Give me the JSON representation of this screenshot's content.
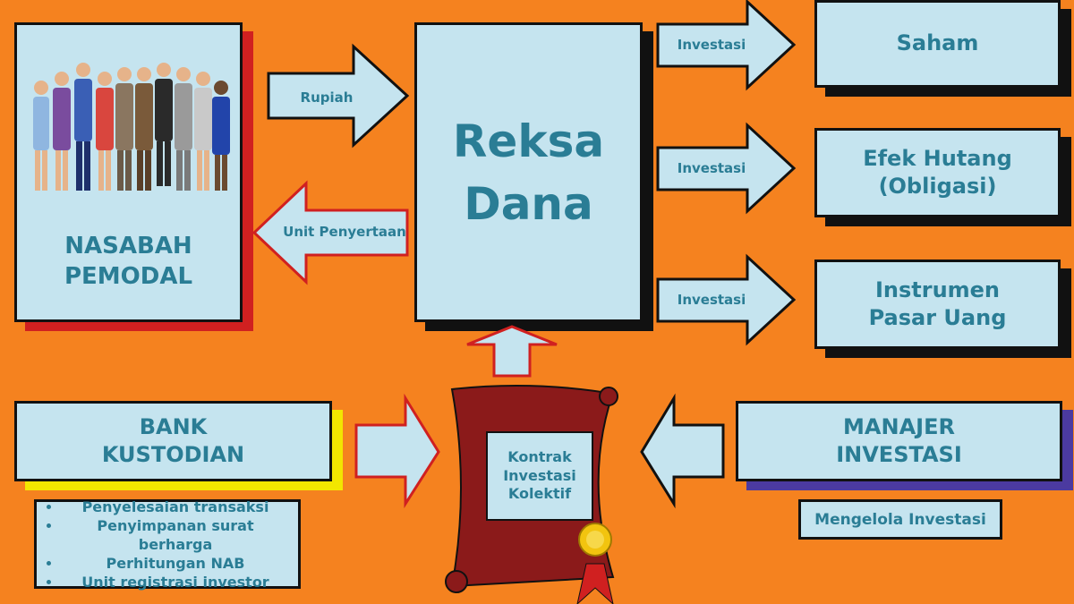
{
  "investor_box": {
    "label": "NASABAH\nPEMODAL"
  },
  "fund_box": {
    "label": "Reksa\nDana"
  },
  "targets": [
    {
      "label": "Saham"
    },
    {
      "label": "Efek Hutang\n(Obligasi)"
    },
    {
      "label": "Instrumen\nPasar Uang"
    }
  ],
  "arrows": {
    "rupiah": "Rupiah",
    "unit": "Unit Penyertaan",
    "investasi": "Investasi"
  },
  "custodian": {
    "label": "BANK\nKUSTODIAN",
    "tasks": [
      "Penyelesaian transaksi",
      "Penyimpanan surat berharga",
      "Perhitungan NAB",
      "Unit registrasi investor"
    ]
  },
  "manager": {
    "label": "MANAJER\nINVESTASI",
    "task": "Mengelola Investasi"
  },
  "contract": {
    "label": "Kontrak\nInvestasi\nKolektif"
  },
  "colors": {
    "background": "#f5821f",
    "box": "#c5e4ef",
    "text": "#2a7d95",
    "scroll": "#8b1a1a"
  }
}
